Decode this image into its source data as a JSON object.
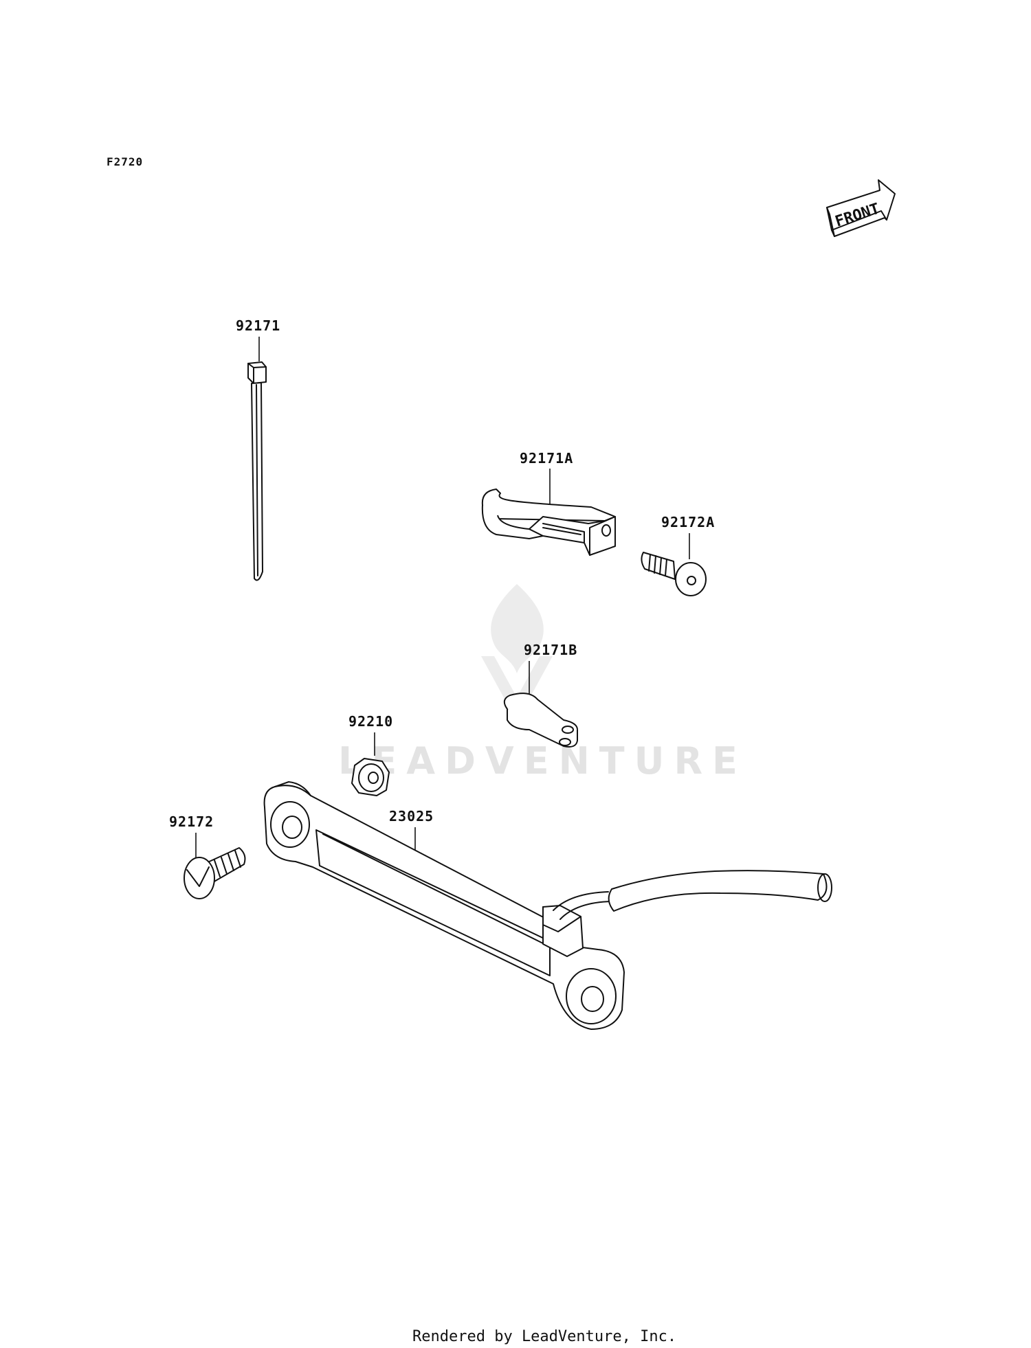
{
  "diagram_code": "F2720",
  "front_arrow_label": "FRONT",
  "watermark": "LEADVENTURE",
  "footer": "Rendered by LeadVenture, Inc.",
  "parts": [
    {
      "id": "92171",
      "label": "92171"
    },
    {
      "id": "92171A",
      "label": "92171A"
    },
    {
      "id": "92172A",
      "label": "92172A"
    },
    {
      "id": "92171B",
      "label": "92171B"
    },
    {
      "id": "92210",
      "label": "92210"
    },
    {
      "id": "92172",
      "label": "92172"
    },
    {
      "id": "23025",
      "label": "23025"
    }
  ]
}
